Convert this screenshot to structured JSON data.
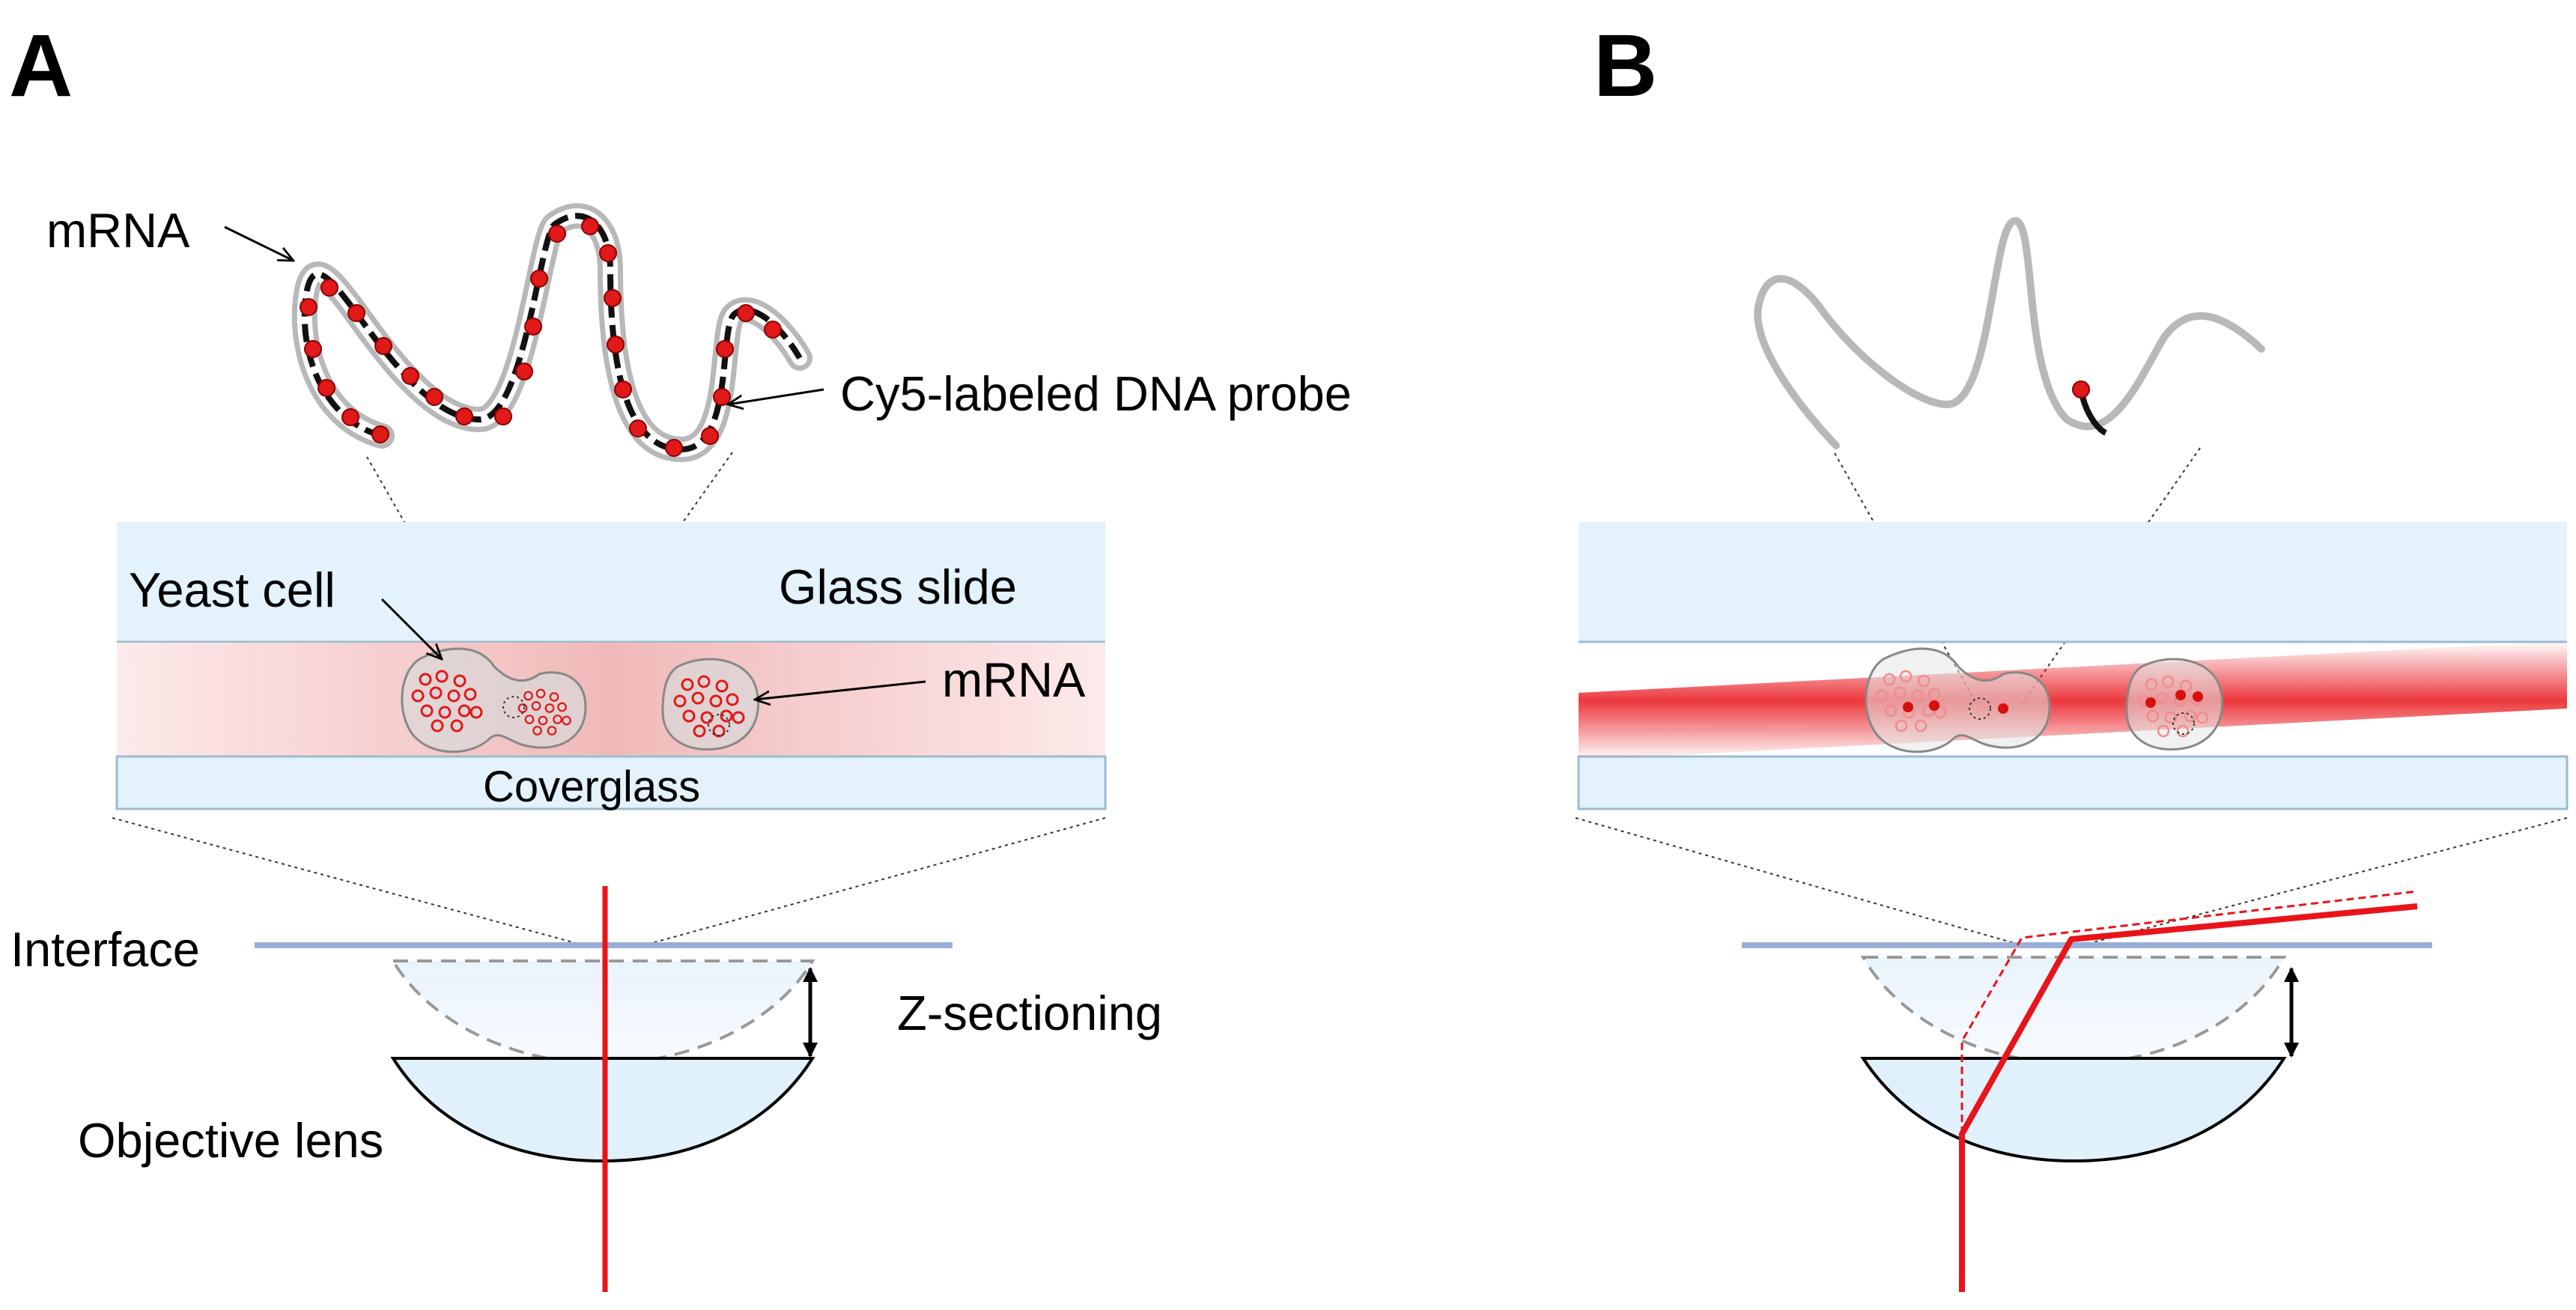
{
  "panels": {
    "a": {
      "letter": "A",
      "labels": {
        "mrna_top": "mRNA",
        "probe": "Cy5-labeled DNA probe",
        "yeast_cell": "Yeast cell",
        "glass_slide": "Glass slide",
        "mrna_cell": "mRNA",
        "coverglass": "Coverglass",
        "interface": "Interface",
        "z_sectioning": "Z-sectioning",
        "objective_lens": "Objective lens"
      }
    },
    "b": {
      "letter": "B"
    }
  },
  "colors": {
    "glass": "#e3f2fc",
    "glass_edge": "#9bbcd0",
    "sample_band": "#f6c9c9",
    "laser": "#e8141a",
    "probe_dot": "#e01919",
    "mrna_strand": "#b8b8b8",
    "interface_line": "#9aaed8",
    "lens_fill": "#e1f1fb"
  }
}
